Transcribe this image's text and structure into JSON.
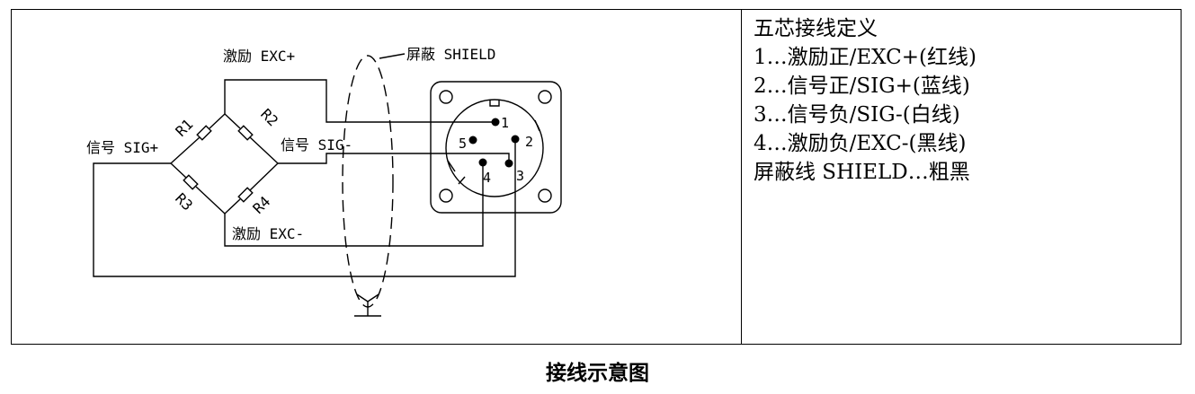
{
  "diagram": {
    "labels": {
      "exc_plus": "激励 EXC+",
      "exc_minus": "激励 EXC-",
      "sig_plus": "信号 SIG+",
      "sig_minus": "信号 SIG-",
      "shield": "屏蔽 SHIELD",
      "r1": "R1",
      "r2": "R2",
      "r3": "R3",
      "r4": "R4"
    },
    "pins": [
      "1",
      "2",
      "3",
      "4",
      "5"
    ]
  },
  "legend": {
    "title": "五芯接线定义",
    "lines": [
      "1…激励正/EXC+(红线)",
      "2…信号正/SIG+(蓝线)",
      "3…信号负/SIG-(白线)",
      "4…激励负/EXC-(黑线)",
      "屏蔽线 SHIELD…粗黑"
    ]
  },
  "caption": "接线示意图"
}
